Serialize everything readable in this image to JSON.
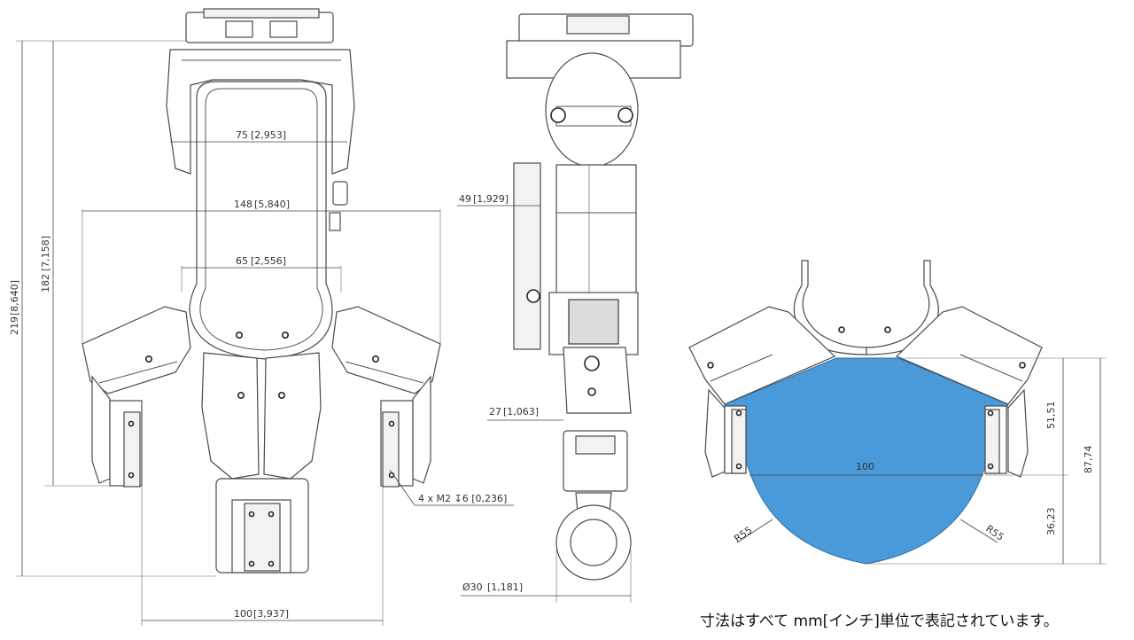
{
  "front_view": {
    "dim_75": "75",
    "dim_75_in": "[2,953]",
    "dim_148": "148",
    "dim_148_in": "[5,840]",
    "dim_65": "65",
    "dim_65_in": "[2,556]",
    "dim_219": "219",
    "dim_219_in": "[8,640]",
    "dim_182": "182",
    "dim_182_in": "[7,158]",
    "dim_100": "100",
    "dim_100_in": "[3,937]",
    "screw_callout": "4 x M2 ↧6 [0,236]"
  },
  "side_view": {
    "dim_49": "49",
    "dim_49_in": "[1,929]",
    "dim_27": "27",
    "dim_27_in": "[1,063]",
    "dim_diameter": "Ø30",
    "dim_diameter_in": "[1,181]"
  },
  "workspace_view": {
    "dim_100": "100",
    "dim_5151": "51,51",
    "dim_8774": "87,74",
    "dim_3623": "36,23",
    "radius_left": "R55",
    "radius_right": "R55",
    "fill_color": "#4a9ad9"
  },
  "note": "寸法はすべて mm[インチ]単位で表記されています。"
}
